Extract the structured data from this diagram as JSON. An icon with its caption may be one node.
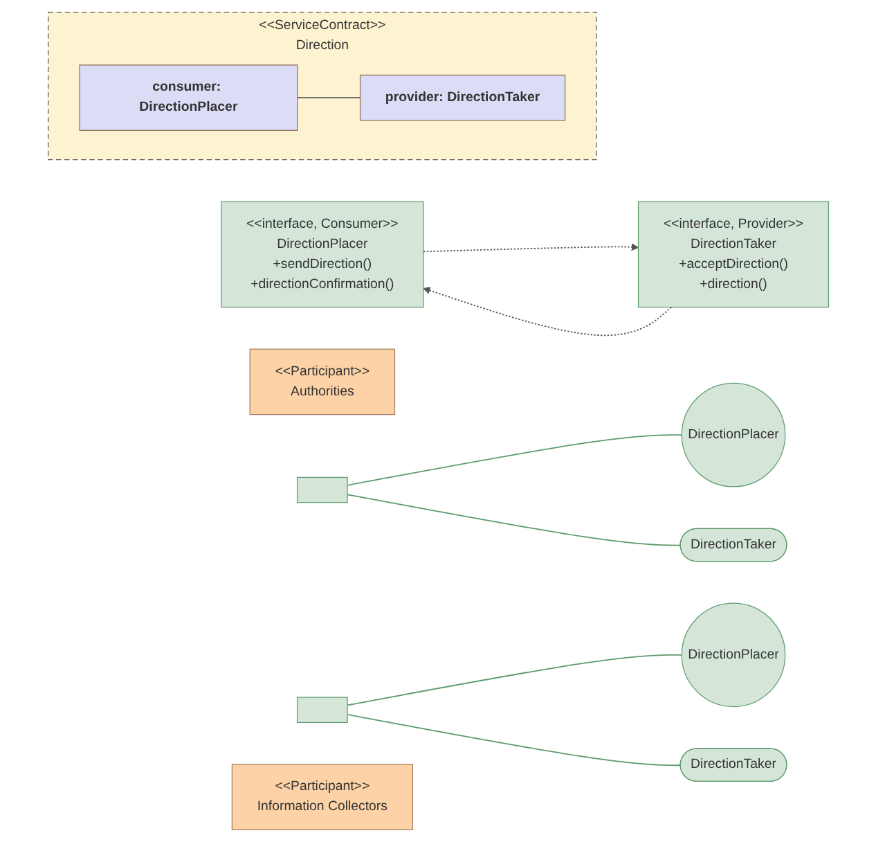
{
  "diagram": {
    "nodes": [
      {
        "text": [
          "<<ServiceContract>>",
          "Direction"
        ]
      },
      {
        "text": [
          "consumer: DirectionPlacer"
        ],
        "in": 0
      },
      {
        "text": [
          "provider: DirectionTaker"
        ],
        "in": 0
      },
      {
        "text": [
          "<<interface, Consumer>>",
          "DirectionPlacer",
          "+sendDirection()",
          "+directionConfirmation()"
        ]
      },
      {
        "text": [
          "<<interface, Provider>>",
          "DirectionTaker",
          "+acceptDirection()",
          "+direction()"
        ]
      },
      {
        "text": [
          "<<Participant>>",
          "Authorities"
        ]
      },
      {
        "text": [],
        "shape": "box"
      },
      {
        "text": [
          "DirectionPlacer"
        ]
      },
      {
        "text": [
          "DirectionTaker"
        ]
      },
      {
        "text": [
          "DirectionPlacer"
        ]
      },
      {
        "text": [
          "DirectionTaker"
        ]
      },
      {
        "text": [],
        "shape": "box"
      },
      {
        "text": [
          "<<Participant>>",
          "Information Collectors"
        ]
      }
    ],
    "edges": [
      {
        "from": 1,
        "to": 2,
        "arrow": "none",
        "color": "#555555"
      },
      {
        "from": 3,
        "to": 4,
        "arrow": "to",
        "style": "dashed",
        "color": "#555555"
      },
      {
        "from": 4,
        "to": 3,
        "arrow": "to",
        "style": "dashed",
        "color": "#555555"
      },
      {
        "from": 6,
        "to": 7,
        "arrow": "none"
      },
      {
        "from": 6,
        "to": 8,
        "arrow": "none"
      },
      {
        "from": 11,
        "to": 9,
        "arrow": "none"
      },
      {
        "from": 11,
        "to": 10,
        "arrow": "none"
      }
    ]
  }
}
